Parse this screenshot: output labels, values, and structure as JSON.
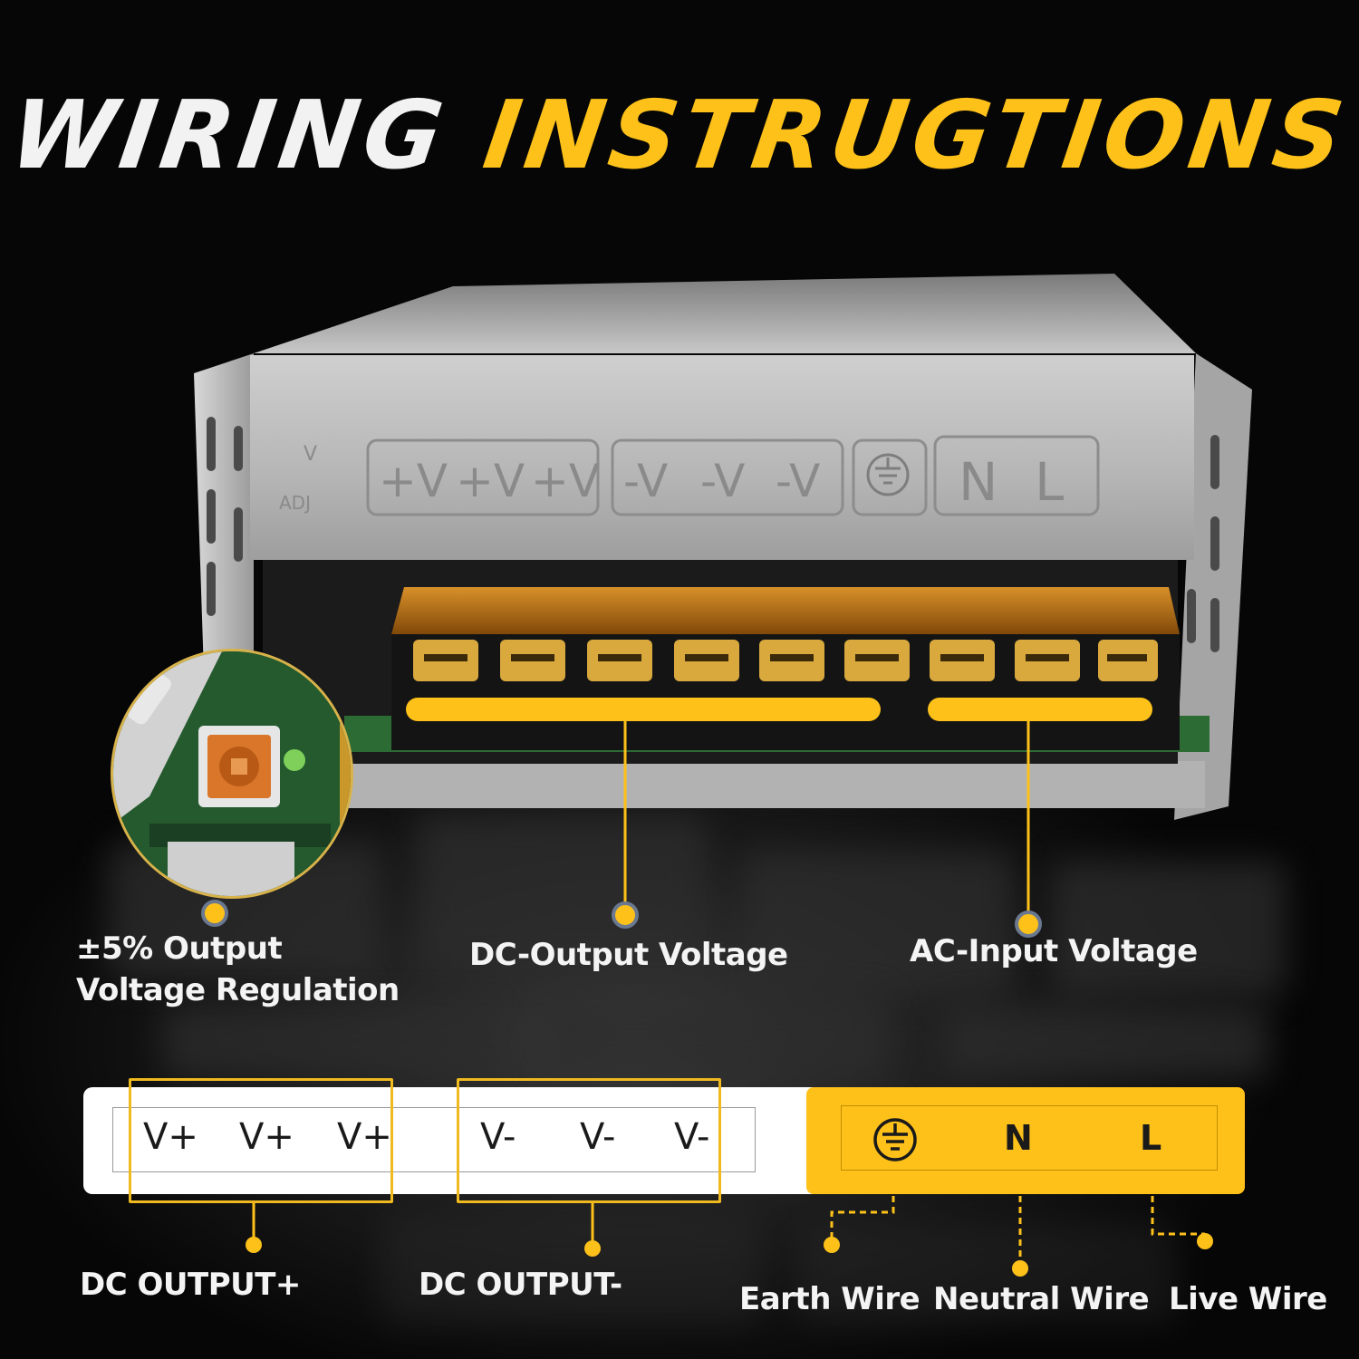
{
  "title": {
    "word1": "WIRING",
    "word2": "INSTRUGTIONS"
  },
  "psu_panel": {
    "adj_label_v": "V",
    "adj_label_adj": "ADJ",
    "plus_terms": [
      "+V",
      "+V",
      "+V"
    ],
    "minus_terms": [
      "-V",
      "-V",
      "-V"
    ],
    "n_label": "N",
    "l_label": "L"
  },
  "callouts": {
    "regulation_line1": "±5% Output",
    "regulation_line2": "Voltage Regulation",
    "dc_output": "DC-Output Voltage",
    "ac_input": "AC-Input Voltage"
  },
  "connector": {
    "plus_terms": [
      "V+",
      "V+",
      "V+"
    ],
    "minus_terms": [
      "V-",
      "V-",
      "V-"
    ],
    "n_label": "N",
    "l_label": "L"
  },
  "bottom_labels": {
    "dc_plus": "DC OUTPUT+",
    "dc_minus": "DC OUTPUT-",
    "earth": "Earth Wire",
    "neutral": "Neutral Wire",
    "live": "Live Wire"
  },
  "colors": {
    "accent": "#fdc11a",
    "title_white": "#f2f2f2",
    "background": "#050505",
    "case_silver": "#b9b9b9"
  }
}
